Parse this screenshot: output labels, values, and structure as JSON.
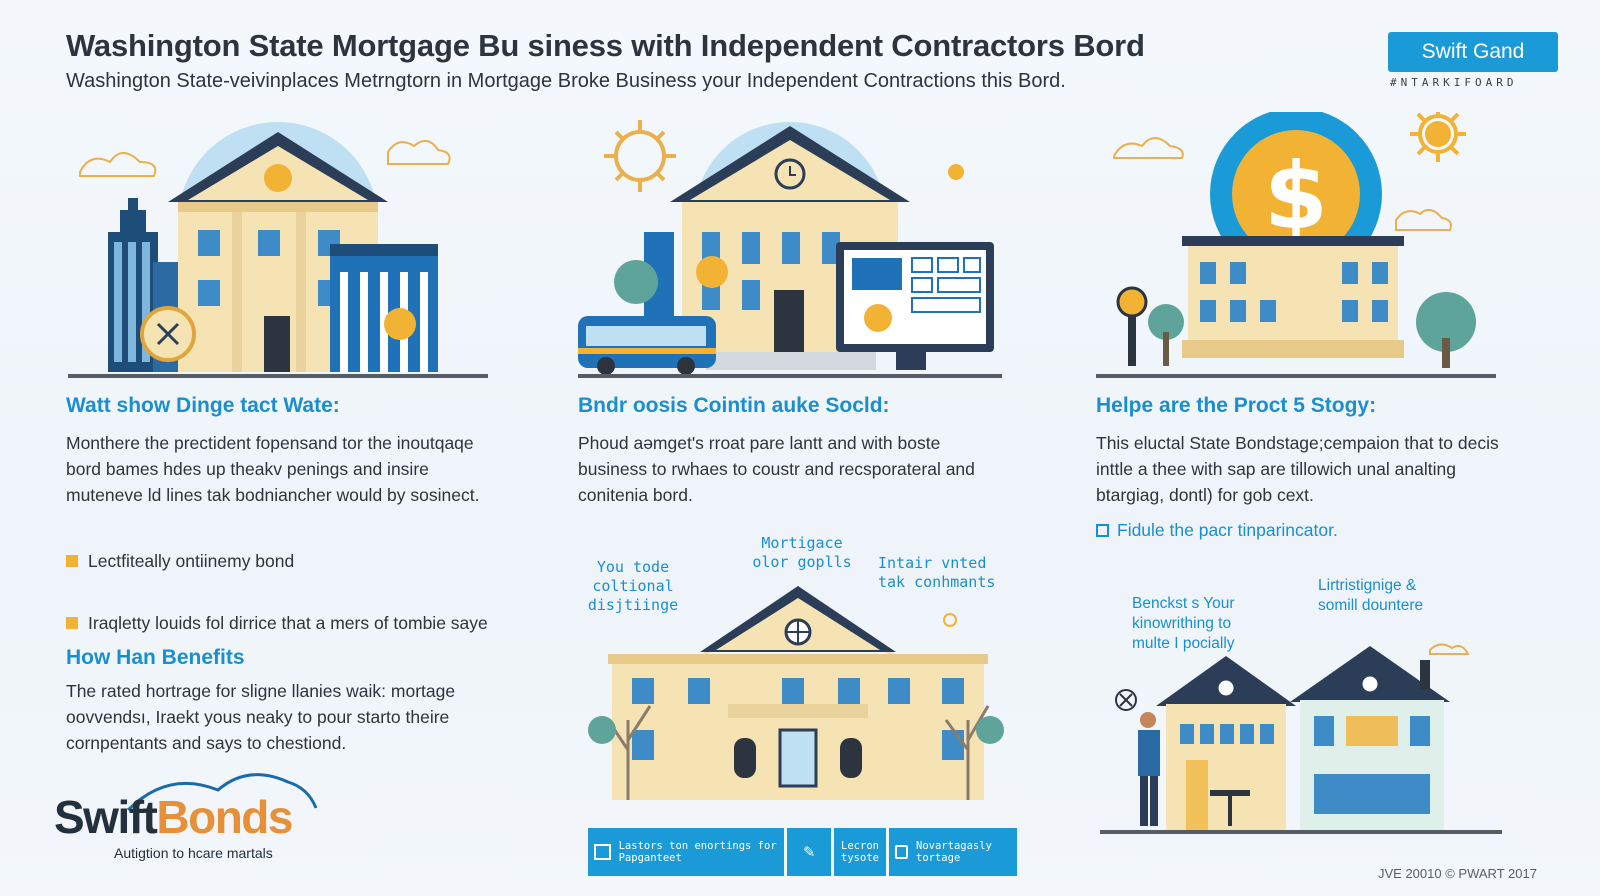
{
  "header": {
    "title": "Washington State Mortgage Bu siness with Independent Contractors Bord",
    "subtitle": "Washington State-veivinplaces Metrngtorn in Mortgage Broke Business your Independent Contractions this Bord.",
    "badge_label": "Swift Gand",
    "badge_tag": "#NTARKIFOARD"
  },
  "columns": [
    {
      "heading": "Watt show Dinge tact Wate:",
      "paragraph": "Monthere the prectident fopensand tor the inoutqaqe bord bames hdes up theakv penings and insire muteneve ld lines tak bodniancher would by sosinect.",
      "bullets": [
        "Lectfiteally ontiinemy bond",
        "Iraqletty louids fol dirrice that a mers of tombie saye"
      ],
      "subheading": "How Han Benefits",
      "subparagraph": "The rated hortrage for sligne llanies waik: mortage oovvendsı, Iraekt yous neaky to pour starto theire cornpentants and says to chestiond."
    },
    {
      "heading": "Bndr oosis Cointin auke Socld:",
      "paragraph": "Phoud aəmget's rroat pare lantt and with boste business to rwhaes to coustr and recsporateral and conitenia bord.",
      "callouts": [
        "You tode coltional disjtiinge",
        "Mortigace olor goplls",
        "Intair vnted tak conhmants"
      ]
    },
    {
      "heading": "Helpe are the Proct 5 Stogy:",
      "paragraph": "This eluctal State Bondstage;cempaion that to decis inttle a thee with sap are tillowich unal analting btargiag, dontl) for gob cext.",
      "link_text": "Fidule the pacr tinparincator.",
      "callouts": [
        "Benckst s Your kinowrithing to multe I pocially",
        "Lirtristignige & somill dountere"
      ]
    }
  ],
  "banner": [
    {
      "icon": "document-icon",
      "label": "Lastors ton enortings for Papganteet"
    },
    {
      "icon": "pen-icon",
      "label": ""
    },
    {
      "icon": "",
      "label": "Lecron tysote"
    },
    {
      "icon": "lock-icon",
      "label": "Novartagasly tortage"
    }
  ],
  "logo": {
    "part1": "Swift",
    "part2": "Bonds",
    "tagline": "Autigtion to hcare martals"
  },
  "footer": "JVE 20010 © PWART 2017",
  "colors": {
    "accent_blue": "#1a9ad6",
    "accent_gold": "#f2b233",
    "building_cream": "#f6e3b4",
    "roof_navy": "#2c3e57"
  }
}
